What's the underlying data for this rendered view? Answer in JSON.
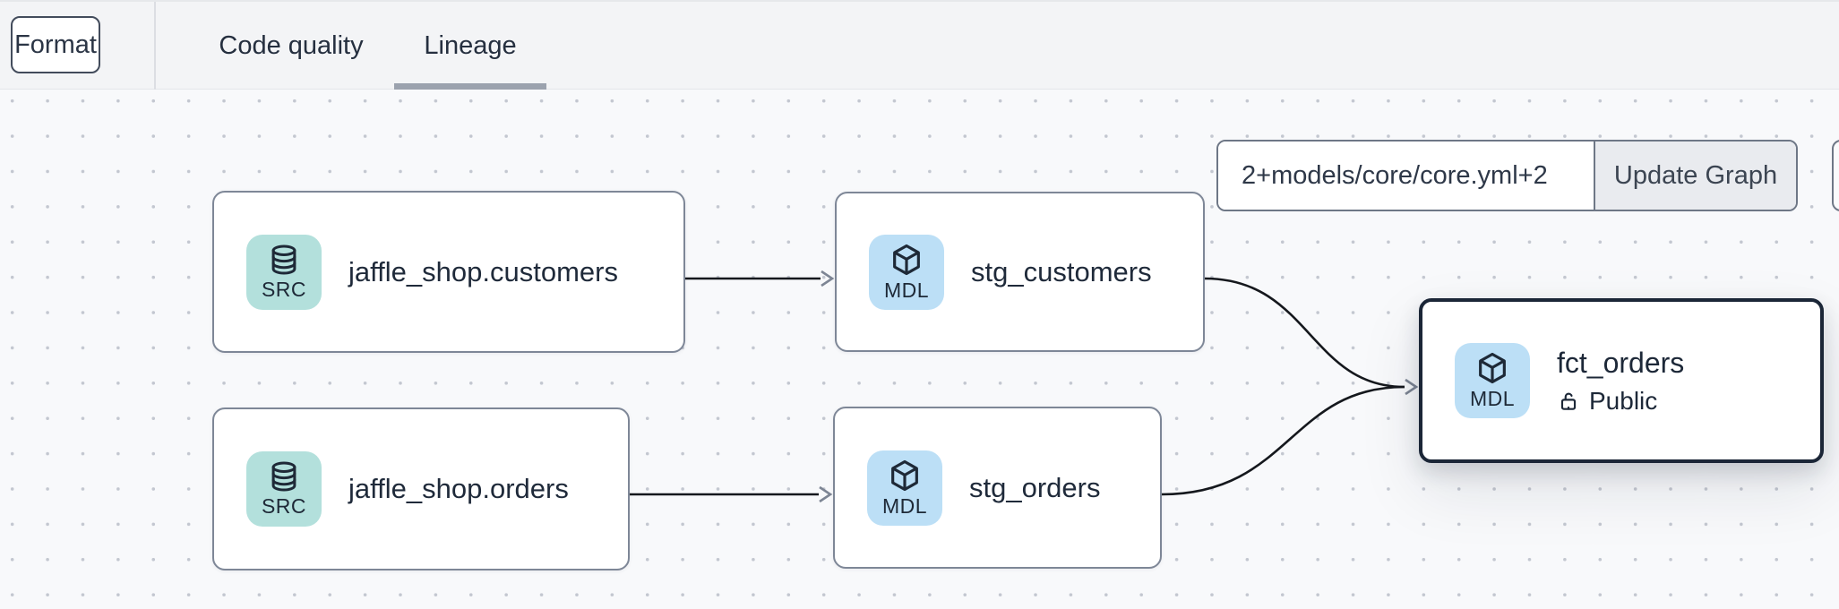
{
  "toolbar": {
    "format_label": "Format",
    "tabs": [
      {
        "label": "Code quality",
        "active": false
      },
      {
        "label": "Lineage",
        "active": true
      }
    ]
  },
  "graph_controls": {
    "selector_value": "2+models/core/core.yml+2",
    "update_button_label": "Update Graph"
  },
  "lineage": {
    "nodes": [
      {
        "label": "jaffle_shop.customers",
        "badge": "SRC",
        "icon": "database-icon",
        "selected": false
      },
      {
        "label": "stg_customers",
        "badge": "MDL",
        "icon": "cube-icon",
        "selected": false
      },
      {
        "label": "jaffle_shop.orders",
        "badge": "SRC",
        "icon": "database-icon",
        "selected": false
      },
      {
        "label": "stg_orders",
        "badge": "MDL",
        "icon": "cube-icon",
        "selected": false
      },
      {
        "label": "fct_orders",
        "badge": "MDL",
        "icon": "cube-icon",
        "access": "Public",
        "access_icon": "unlock-icon",
        "selected": true
      }
    ],
    "edges": [
      {
        "from": "jaffle_shop.customers",
        "to": "stg_customers"
      },
      {
        "from": "jaffle_shop.orders",
        "to": "stg_orders"
      },
      {
        "from": "stg_customers",
        "to": "fct_orders"
      },
      {
        "from": "stg_orders",
        "to": "fct_orders"
      }
    ]
  },
  "colors": {
    "source_badge_bg": "#b3e0dc",
    "model_badge_bg": "#bcdff6",
    "node_border": "#7e8797",
    "selected_node_border": "#1b2637",
    "edge": "#15181d",
    "arrowhead": "#7d8594",
    "text": "#1f2a3a",
    "canvas_bg": "#f8f9fb",
    "topbar_bg": "#f3f4f6",
    "tab_underline": "#9ba2ae"
  }
}
